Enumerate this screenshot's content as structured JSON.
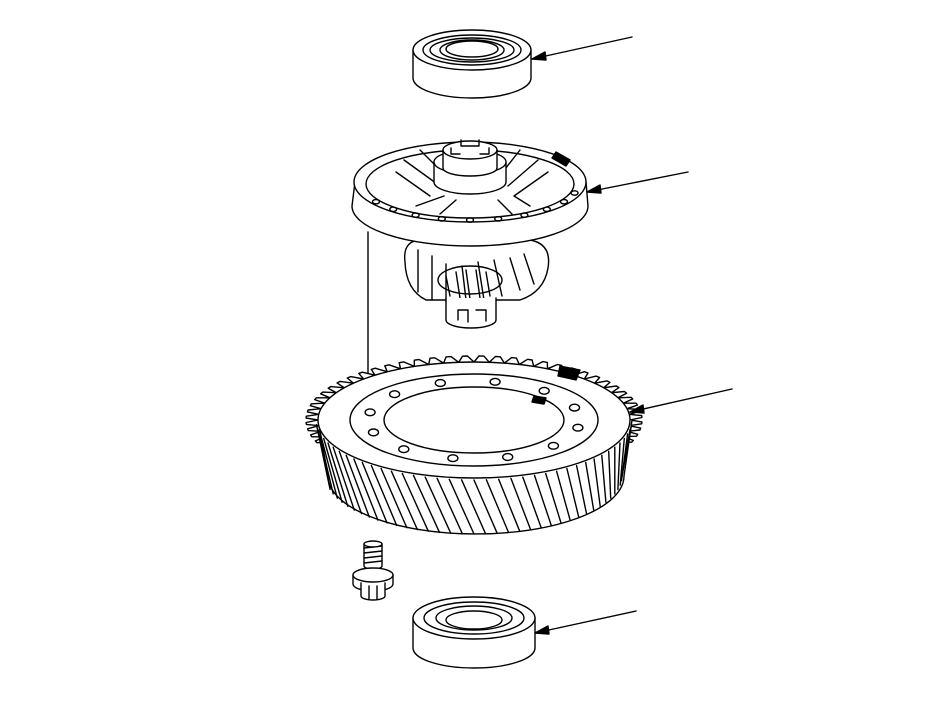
{
  "diagram": {
    "kind": "exploded parts view",
    "line_color": "#000000",
    "fill_color": "#ffffff",
    "accent_fill": "#000000",
    "parts": [
      {
        "id": "upper-bearing",
        "label": ""
      },
      {
        "id": "differential-carrier",
        "label": ""
      },
      {
        "id": "final-driven-gear",
        "label": ""
      },
      {
        "id": "gear-bolt",
        "label": ""
      },
      {
        "id": "lower-bearing",
        "label": ""
      }
    ],
    "callouts": [
      {
        "part": "upper-bearing",
        "text": ""
      },
      {
        "part": "differential-carrier",
        "text": ""
      },
      {
        "part": "final-driven-gear",
        "text": ""
      },
      {
        "part": "lower-bearing",
        "text": ""
      }
    ]
  }
}
